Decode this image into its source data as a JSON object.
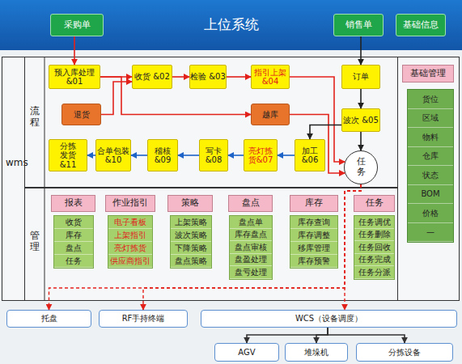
{
  "diagram": {
    "nodes": [
      {
        "text": [
          "上位系统"
        ]
      },
      {
        "text": [
          "采购单"
        ],
        "in": 0
      },
      {
        "text": [
          "销售单"
        ],
        "in": 0
      },
      {
        "text": [
          "基础信息"
        ],
        "in": 0
      },
      {
        "text": [
          "wms"
        ]
      },
      {
        "text": [
          "流 程"
        ],
        "in": 4
      },
      {
        "text": [
          "预入库处理 &01"
        ],
        "in": 5
      },
      {
        "text": [
          "收货 &02"
        ],
        "in": 5
      },
      {
        "text": [
          "检验 &03"
        ],
        "in": 5
      },
      {
        "text": [
          "指引上架 &04"
        ],
        "in": 5
      },
      {
        "text": [
          "订单"
        ],
        "in": 5
      },
      {
        "text": [
          "退货"
        ],
        "in": 5
      },
      {
        "text": [
          "越库"
        ],
        "in": 5
      },
      {
        "text": [
          "波次 &05"
        ],
        "in": 5
      },
      {
        "text": [
          "分拣 发货 &11"
        ],
        "in": 5
      },
      {
        "text": [
          "合单包装 &10"
        ],
        "in": 5
      },
      {
        "text": [
          "稽核 &09"
        ],
        "in": 5
      },
      {
        "text": [
          "写卡 &08"
        ],
        "in": 5
      },
      {
        "text": [
          "亮灯拣 货&07"
        ],
        "in": 5
      },
      {
        "text": [
          "加工 &06"
        ],
        "in": 5
      },
      {
        "text": [
          "任 务"
        ],
        "in": 5
      },
      {
        "text": [
          "管 理"
        ],
        "in": 4
      },
      {
        "text": [
          "报表"
        ],
        "in": 21
      },
      {
        "text": [
          "收货",
          "库存",
          "盘点",
          "任务"
        ],
        "in": 21
      },
      {
        "text": [
          "作业指引"
        ],
        "in": 21
      },
      {
        "text": [
          "电子看板",
          "上架指引",
          "亮灯拣货",
          "供应商指引"
        ],
        "in": 21
      },
      {
        "text": [
          "策略"
        ],
        "in": 21
      },
      {
        "text": [
          "上架策略",
          "波次策略",
          "下降策略",
          "盘点策略"
        ],
        "in": 21
      },
      {
        "text": [
          "盘点"
        ],
        "in": 21
      },
      {
        "text": [
          "盘点单",
          "库存盘点",
          "盘点审核",
          "盘盈处理",
          "盘亏处理"
        ],
        "in": 21
      },
      {
        "text": [
          "库存"
        ],
        "in": 21
      },
      {
        "text": [
          "库存查询",
          "库存调整",
          "移库管理",
          "库存预警"
        ],
        "in": 21
      },
      {
        "text": [
          "任务"
        ],
        "in": 21
      },
      {
        "text": [
          "任务调优",
          "任务删除",
          "任务回收",
          "任务完成",
          "任务分派"
        ],
        "in": 21
      },
      {
        "text": [
          "基础管理"
        ],
        "in": 4
      },
      {
        "text": [
          "货位",
          "区域",
          "物料",
          "仓库",
          "状态",
          "BOM",
          "价格",
          "—"
        ],
        "in": 4
      },
      {
        "text": [
          "托盘"
        ]
      },
      {
        "text": [
          "RF手持终端"
        ]
      },
      {
        "text": [
          "WCS（设备调度）"
        ]
      },
      {
        "text": [
          "AGV"
        ]
      },
      {
        "text": [
          "堆垛机"
        ]
      },
      {
        "text": [
          "分拣设备"
        ]
      }
    ],
    "edges": [
      {
        "from": 1,
        "to": 6,
        "arrow": "to"
      },
      {
        "from": 6,
        "to": 7,
        "arrow": "to"
      },
      {
        "from": 11,
        "to": 7,
        "arrow": "to"
      },
      {
        "from": 6,
        "to": 12,
        "arrow": "to"
      },
      {
        "from": 7,
        "to": 8,
        "arrow": "to"
      },
      {
        "from": 8,
        "to": 9,
        "arrow": "to"
      },
      {
        "from": 9,
        "to": 20,
        "arrow": "to"
      },
      {
        "from": 12,
        "to": 20,
        "arrow": "to"
      },
      {
        "from": 2,
        "to": 10,
        "arrow": "to"
      },
      {
        "from": 10,
        "to": 13,
        "arrow": "to"
      },
      {
        "from": 13,
        "to": 20,
        "arrow": "to"
      },
      {
        "from": 13,
        "to": 19,
        "arrow": "to"
      },
      {
        "from": 19,
        "to": 18,
        "arrow": "to"
      },
      {
        "from": 18,
        "to": 17,
        "arrow": "to"
      },
      {
        "from": 17,
        "to": 16,
        "arrow": "to"
      },
      {
        "from": 16,
        "to": 15,
        "arrow": "to"
      },
      {
        "from": 15,
        "to": 14,
        "arrow": "to"
      },
      {
        "from": 20,
        "to": 36,
        "arrow": "to"
      },
      {
        "from": 20,
        "to": 37,
        "arrow": "to"
      },
      {
        "from": 20,
        "to": 38,
        "arrow": "to"
      },
      {
        "from": 38,
        "to": 39,
        "arrow": "to"
      },
      {
        "from": 38,
        "to": 40,
        "arrow": "to"
      },
      {
        "from": 38,
        "to": 41,
        "arrow": "to"
      }
    ]
  }
}
